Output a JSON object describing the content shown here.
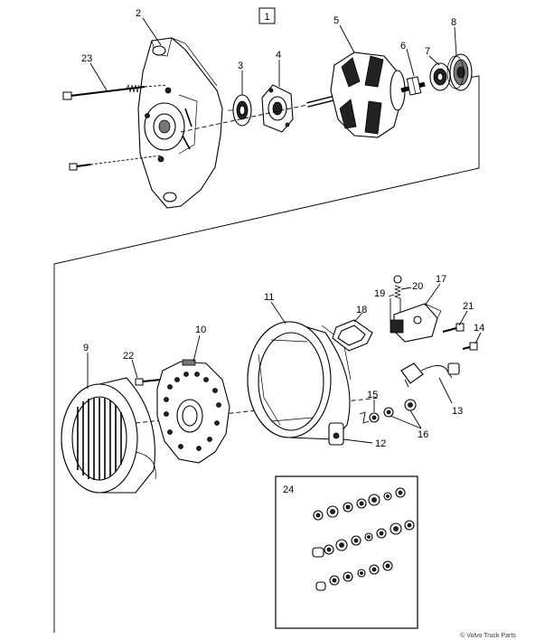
{
  "diagram": {
    "group_marker": "1",
    "kit_label": "24",
    "copyright": "© Volvo Truck Parts",
    "callouts": [
      {
        "id": "c2",
        "text": "2"
      },
      {
        "id": "c3",
        "text": "3"
      },
      {
        "id": "c4",
        "text": "4"
      },
      {
        "id": "c5",
        "text": "5"
      },
      {
        "id": "c6",
        "text": "6"
      },
      {
        "id": "c7",
        "text": "7"
      },
      {
        "id": "c8",
        "text": "8"
      },
      {
        "id": "c23",
        "text": "23"
      },
      {
        "id": "c9",
        "text": "9"
      },
      {
        "id": "c10",
        "text": "10"
      },
      {
        "id": "c11",
        "text": "11"
      },
      {
        "id": "c12",
        "text": "12"
      },
      {
        "id": "c13",
        "text": "13"
      },
      {
        "id": "c14",
        "text": "14"
      },
      {
        "id": "c15",
        "text": "15"
      },
      {
        "id": "c16",
        "text": "16"
      },
      {
        "id": "c17",
        "text": "17"
      },
      {
        "id": "c18",
        "text": "18"
      },
      {
        "id": "c19",
        "text": "19"
      },
      {
        "id": "c20",
        "text": "20"
      },
      {
        "id": "c21",
        "text": "21"
      },
      {
        "id": "c22",
        "text": "22"
      }
    ]
  }
}
